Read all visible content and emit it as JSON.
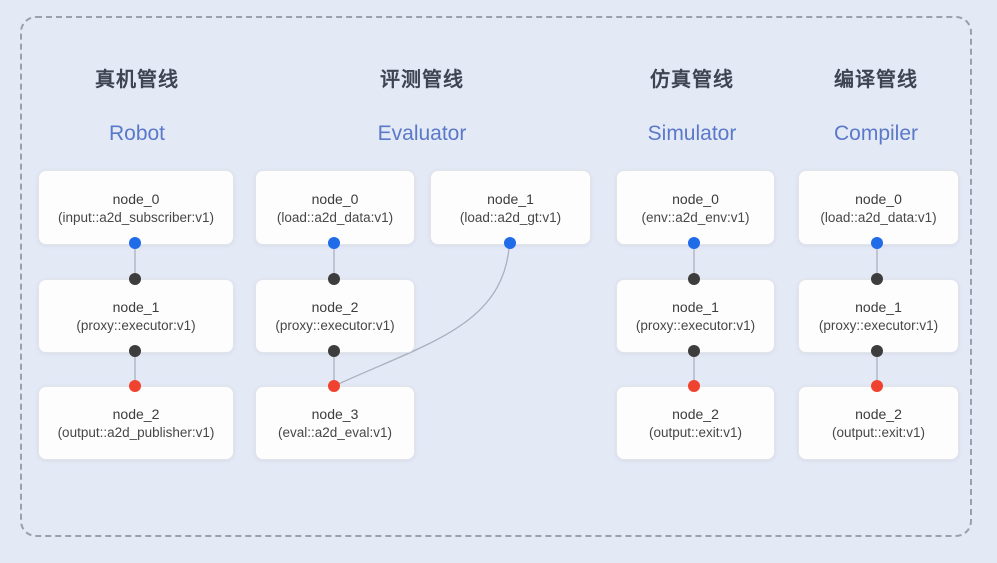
{
  "colors": {
    "frame": "#9aa0ac",
    "edge": "#a9b1bf",
    "title_zh": "#3e4451",
    "title_en": "#5b79c9",
    "dot_blue": "#1f6be8",
    "dot_dark": "#3d3d3d",
    "dot_red": "#f0432f"
  },
  "pipelines": [
    {
      "title_zh": "真机管线",
      "title_en": "Robot",
      "nodes": [
        {
          "name": "node_0",
          "type": "(input::a2d_subscriber:v1)"
        },
        {
          "name": "node_1",
          "type": "(proxy::executor:v1)"
        },
        {
          "name": "node_2",
          "type": "(output::a2d_publisher:v1)"
        }
      ]
    },
    {
      "title_zh": "评测管线",
      "title_en": "Evaluator",
      "nodes": [
        {
          "name": "node_0",
          "type": "(load::a2d_data:v1)"
        },
        {
          "name": "node_1",
          "type": "(load::a2d_gt:v1)"
        },
        {
          "name": "node_2",
          "type": "(proxy::executor:v1)"
        },
        {
          "name": "node_3",
          "type": "(eval::a2d_eval:v1)"
        }
      ]
    },
    {
      "title_zh": "仿真管线",
      "title_en": "Simulator",
      "nodes": [
        {
          "name": "node_0",
          "type": "(env::a2d_env:v1)"
        },
        {
          "name": "node_1",
          "type": "(proxy::executor:v1)"
        },
        {
          "name": "node_2",
          "type": "(output::exit:v1)"
        }
      ]
    },
    {
      "title_zh": "编译管线",
      "title_en": "Compiler",
      "nodes": [
        {
          "name": "node_0",
          "type": "(load::a2d_data:v1)"
        },
        {
          "name": "node_1",
          "type": "(proxy::executor:v1)"
        },
        {
          "name": "node_2",
          "type": "(output::exit:v1)"
        }
      ]
    }
  ]
}
